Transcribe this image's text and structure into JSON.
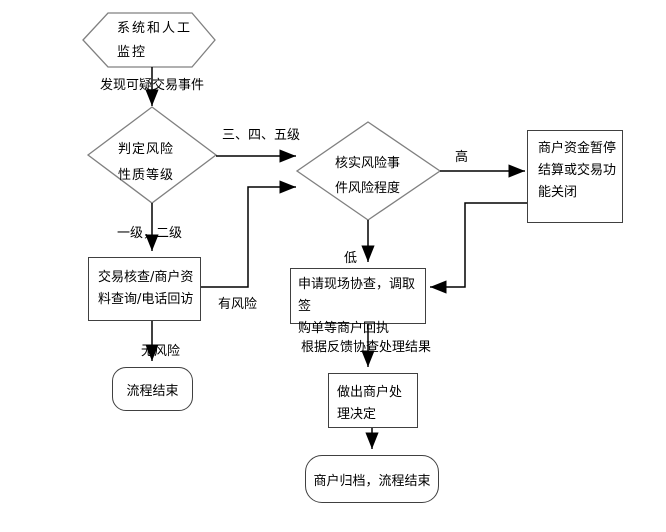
{
  "diagram": {
    "type": "flowchart",
    "colors": {
      "background": "#ffffff",
      "text": "#000000",
      "shape_outline": "#808080",
      "box_outline": "#404040",
      "connector": "#000000"
    },
    "nodes": {
      "monitor": {
        "shape": "hexagon",
        "lines": [
          "系统和人工",
          "监控"
        ]
      },
      "judge_risk": {
        "shape": "diamond",
        "lines": [
          "判定风险",
          "性质等级"
        ]
      },
      "verify_risk": {
        "shape": "diamond",
        "lines": [
          "核实风险事",
          "件风险程度"
        ]
      },
      "check": {
        "shape": "rect",
        "lines": [
          "交易核查/商户资",
          "料查询/电话回访"
        ]
      },
      "suspend": {
        "shape": "rect",
        "lines": [
          "商户资金暂停",
          "结算或交易功",
          "能关闭"
        ]
      },
      "onsite": {
        "shape": "rect",
        "lines": [
          "申请现场协查，调取签",
          "购单等商户回执"
        ]
      },
      "decision": {
        "shape": "rect",
        "lines": [
          "做出商户处",
          "理决定"
        ]
      },
      "end1": {
        "shape": "stadium",
        "lines": [
          "流程结束"
        ]
      },
      "end2": {
        "shape": "stadium",
        "lines": [
          "商户归档，流程结束"
        ]
      }
    },
    "edges": [
      {
        "from": "monitor",
        "to": "judge_risk",
        "label": "发现可疑交易事件"
      },
      {
        "from": "judge_risk",
        "to": "verify_risk",
        "label": "三、四、五级"
      },
      {
        "from": "judge_risk",
        "to": "check",
        "label": "一级，二级"
      },
      {
        "from": "check",
        "to": "end1",
        "label": "无风险"
      },
      {
        "from": "check",
        "to": "verify_risk",
        "label": "有风险"
      },
      {
        "from": "verify_risk",
        "to": "suspend",
        "label": "高"
      },
      {
        "from": "verify_risk",
        "to": "onsite",
        "label": "低"
      },
      {
        "from": "suspend",
        "to": "onsite",
        "label": ""
      },
      {
        "from": "onsite",
        "to": "decision",
        "label": "根据反馈协查处理结果"
      },
      {
        "from": "decision",
        "to": "end2",
        "label": ""
      }
    ]
  }
}
